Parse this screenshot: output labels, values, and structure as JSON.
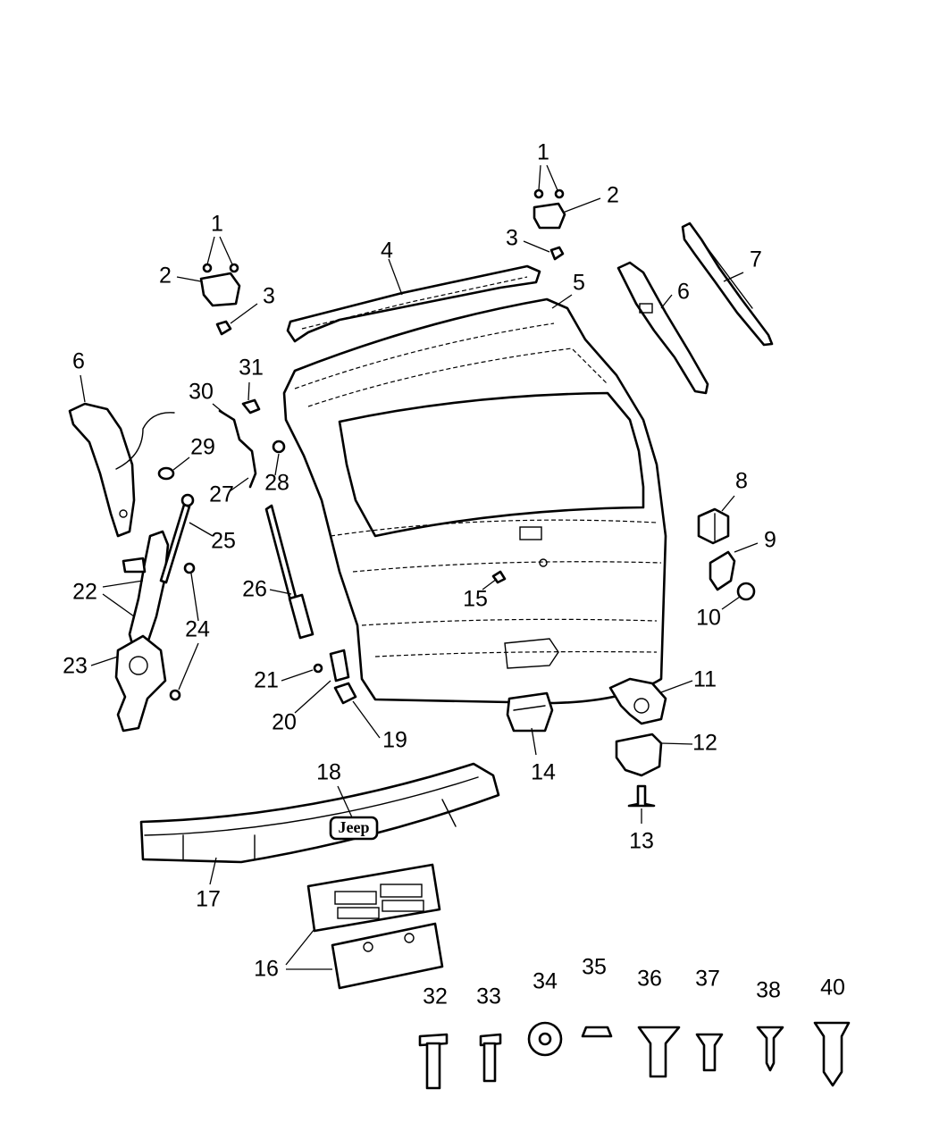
{
  "callouts": [
    {
      "id": "c1a",
      "text": "1"
    },
    {
      "id": "c2a",
      "text": "2"
    },
    {
      "id": "c3a",
      "text": "3"
    },
    {
      "id": "c1b",
      "text": "1"
    },
    {
      "id": "c2b",
      "text": "2"
    },
    {
      "id": "c3b",
      "text": "3"
    },
    {
      "id": "c4",
      "text": "4"
    },
    {
      "id": "c5",
      "text": "5"
    },
    {
      "id": "c6a",
      "text": "6"
    },
    {
      "id": "c6b",
      "text": "6"
    },
    {
      "id": "c7",
      "text": "7"
    },
    {
      "id": "c8",
      "text": "8"
    },
    {
      "id": "c9",
      "text": "9"
    },
    {
      "id": "c10",
      "text": "10"
    },
    {
      "id": "c11",
      "text": "11"
    },
    {
      "id": "c12",
      "text": "12"
    },
    {
      "id": "c13",
      "text": "13"
    },
    {
      "id": "c14",
      "text": "14"
    },
    {
      "id": "c15",
      "text": "15"
    },
    {
      "id": "c16",
      "text": "16"
    },
    {
      "id": "c17",
      "text": "17"
    },
    {
      "id": "c18",
      "text": "18"
    },
    {
      "id": "c19",
      "text": "19"
    },
    {
      "id": "c20",
      "text": "20"
    },
    {
      "id": "c21",
      "text": "21"
    },
    {
      "id": "c22",
      "text": "22"
    },
    {
      "id": "c23",
      "text": "23"
    },
    {
      "id": "c24",
      "text": "24"
    },
    {
      "id": "c25",
      "text": "25"
    },
    {
      "id": "c26",
      "text": "26"
    },
    {
      "id": "c27",
      "text": "27"
    },
    {
      "id": "c28",
      "text": "28"
    },
    {
      "id": "c29",
      "text": "29"
    },
    {
      "id": "c30",
      "text": "30"
    },
    {
      "id": "c31",
      "text": "31"
    },
    {
      "id": "c32",
      "text": "32"
    },
    {
      "id": "c33",
      "text": "33"
    },
    {
      "id": "c34",
      "text": "34"
    },
    {
      "id": "c35",
      "text": "35"
    },
    {
      "id": "c36",
      "text": "36"
    },
    {
      "id": "c37",
      "text": "37"
    },
    {
      "id": "c38",
      "text": "38"
    },
    {
      "id": "c40",
      "text": "40"
    }
  ],
  "emblem": {
    "text": "Jeep"
  },
  "colors": {
    "line": "#000000",
    "background": "#ffffff"
  }
}
